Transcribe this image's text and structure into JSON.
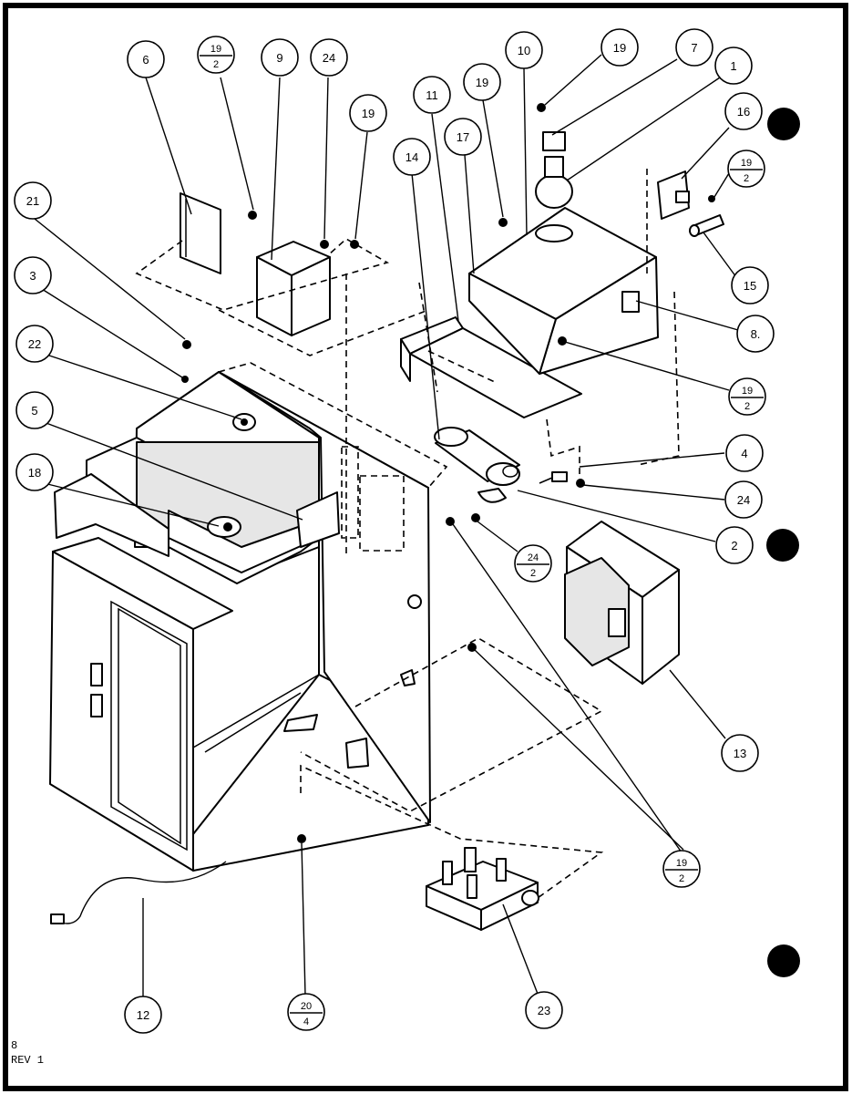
{
  "page": {
    "revision_label": "REV 1",
    "corner_mark": "8"
  },
  "callouts": [
    {
      "id": "c-6",
      "label": "6"
    },
    {
      "id": "c-19-2-top",
      "num": "19",
      "den": "2"
    },
    {
      "id": "c-9",
      "label": "9"
    },
    {
      "id": "c-24-top",
      "label": "24"
    },
    {
      "id": "c-19-a",
      "label": "19"
    },
    {
      "id": "c-21",
      "label": "21"
    },
    {
      "id": "c-3",
      "label": "3"
    },
    {
      "id": "c-22",
      "label": "22"
    },
    {
      "id": "c-5",
      "label": "5"
    },
    {
      "id": "c-18",
      "label": "18"
    },
    {
      "id": "c-14",
      "label": "14"
    },
    {
      "id": "c-11",
      "label": "11"
    },
    {
      "id": "c-17",
      "label": "17"
    },
    {
      "id": "c-19-b",
      "label": "19"
    },
    {
      "id": "c-10",
      "label": "10"
    },
    {
      "id": "c-19-c",
      "label": "19"
    },
    {
      "id": "c-7",
      "label": "7"
    },
    {
      "id": "c-1",
      "label": "1"
    },
    {
      "id": "c-16",
      "label": "16"
    },
    {
      "id": "c-19-2-right",
      "num": "19",
      "den": "2"
    },
    {
      "id": "c-15",
      "label": "15"
    },
    {
      "id": "c-8",
      "label": "8."
    },
    {
      "id": "c-19-2-mid",
      "num": "19",
      "den": "2"
    },
    {
      "id": "c-4",
      "label": "4"
    },
    {
      "id": "c-24-mid",
      "label": "24"
    },
    {
      "id": "c-2",
      "label": "2"
    },
    {
      "id": "c-24-2",
      "num": "24",
      "den": "2"
    },
    {
      "id": "c-13",
      "label": "13"
    },
    {
      "id": "c-19-2-bottom",
      "num": "19",
      "den": "2"
    },
    {
      "id": "c-12",
      "label": "12"
    },
    {
      "id": "c-20-4",
      "num": "20",
      "den": "4"
    },
    {
      "id": "c-23",
      "label": "23"
    }
  ]
}
